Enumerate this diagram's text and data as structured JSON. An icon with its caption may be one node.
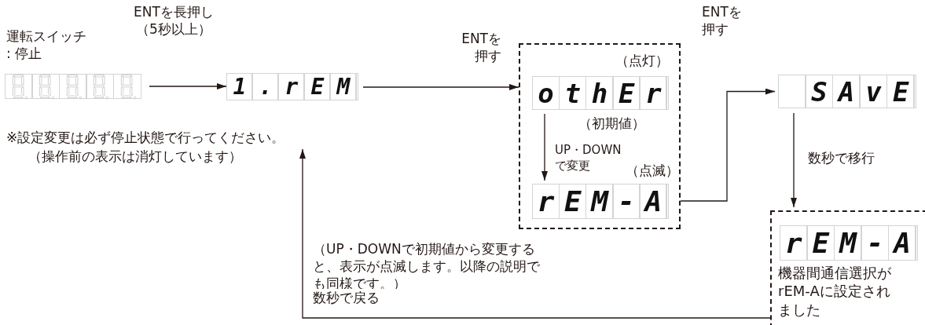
{
  "diagram": {
    "nodes": [
      {
        "text": [],
        "shape": "box",
        "beside": [
          "運転スイッチ : 停止"
        ]
      },
      {
        "text": [
          "1.rEM"
        ]
      },
      {
        "text": [],
        "shape": "box",
        "beside": [
          "（UP・DOWNで初期値から変更すると、表示が点滅します。以降の説明でも同様です。）"
        ]
      },
      {
        "text": [
          "othEr"
        ],
        "in": 2,
        "beside": [
          "（点灯）",
          "（初期値）"
        ]
      },
      {
        "text": [
          "rEM-A"
        ],
        "in": 2,
        "beside": [
          "（点滅）"
        ]
      },
      {
        "text": [
          "SAvE"
        ]
      },
      {
        "text": [
          "機器間通信選択が rEM-Aに設定されました"
        ]
      },
      {
        "text": [
          "rEM-A"
        ],
        "in": 6
      }
    ],
    "edges": [
      {
        "from": 0,
        "to": 1,
        "arrow": "to",
        "label": "ENTを長押し（5秒以上）"
      },
      {
        "from": 1,
        "to": 2,
        "arrow": "to",
        "label": "ENTを押す"
      },
      {
        "from": 3,
        "to": 4,
        "arrow": "to",
        "label": "UP・DOWNで変更"
      },
      {
        "from": 2,
        "to": 5,
        "arrow": "to",
        "label": "ENTを押す"
      },
      {
        "from": 5,
        "to": 6,
        "arrow": "to",
        "label": "数秒で移行"
      },
      {
        "from": 6,
        "to": null,
        "arrow": "to",
        "label": "数秒で戻る"
      }
    ],
    "labels": [
      "※設定変更は必ず停止状態で行ってください。",
      "（操作前の表示は消灯しています）"
    ]
  }
}
